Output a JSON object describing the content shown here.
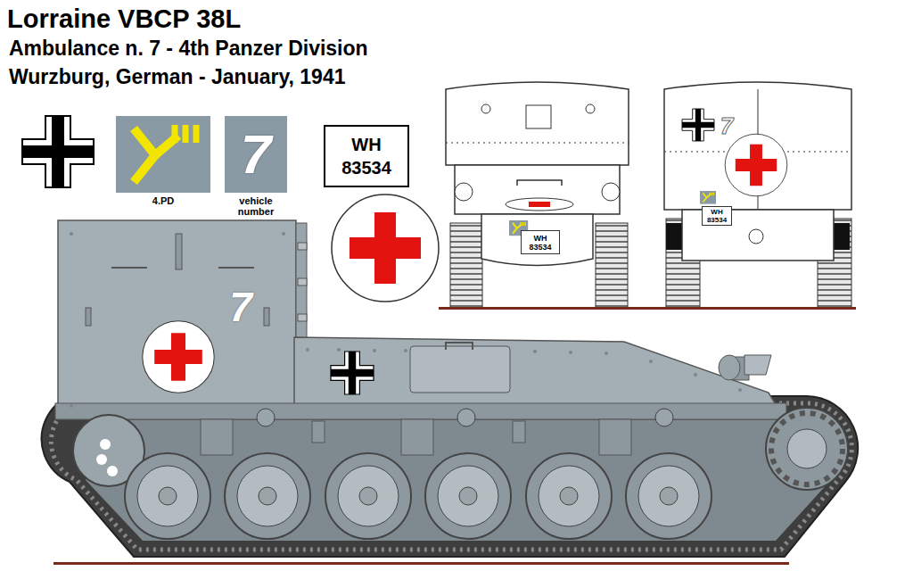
{
  "diagram": {
    "title": "Lorraine VBCP 38L",
    "nodes": [
      {
        "text": [
          "4.PD"
        ]
      },
      {
        "text": [
          "7",
          "vehicle number"
        ]
      },
      {
        "text": [
          "WH 83534"
        ]
      }
    ],
    "labels": [
      "Ambulance n. 7 - 4th Panzer Division",
      "Wurzburg, German -  January, 1941",
      "7",
      "WH 83534",
      "7",
      "WH 83534"
    ]
  }
}
